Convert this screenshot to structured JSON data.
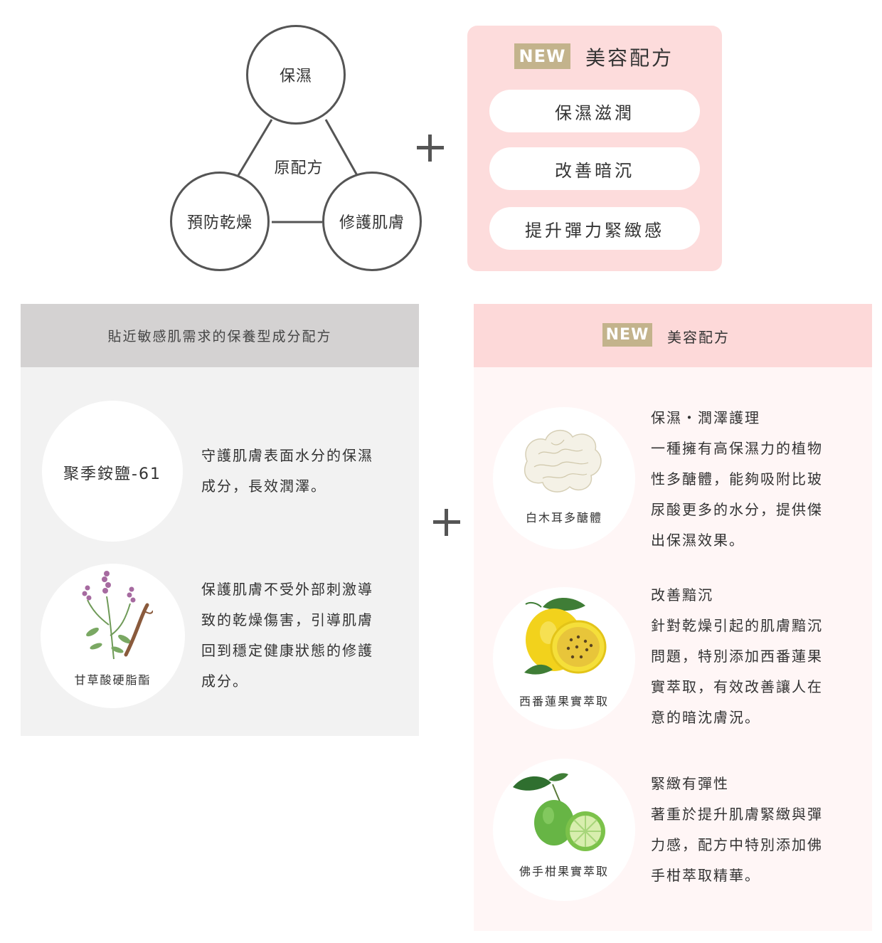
{
  "diagram": {
    "core_label": "原配方",
    "nodes": [
      "保濕",
      "預防乾燥",
      "修護肌膚"
    ]
  },
  "new_box": {
    "tag": "NEW",
    "title": "美容配方",
    "pills": [
      "保濕滋潤",
      "改善暗沉",
      "提升彈力緊緻感"
    ]
  },
  "left_panel": {
    "header": "貼近敏感肌需求的保養型成分配方",
    "items": [
      {
        "name": "聚季銨鹽-61",
        "description": [
          "守護肌膚表面水分的保濕",
          "成分，長效潤澤。"
        ]
      },
      {
        "name": "甘草酸硬脂酯",
        "description": [
          "保護肌膚不受外部刺激導",
          "致的乾燥傷害，引導肌膚",
          "回到穩定健康狀態的修護",
          "成分。"
        ]
      }
    ]
  },
  "right_panel": {
    "tag": "NEW",
    "header": "美容配方",
    "items": [
      {
        "name": "白木耳多醣體",
        "description": [
          "保濕・潤澤護理",
          "一種擁有高保濕力的植物",
          "性多醣體，能夠吸附比玻",
          "尿酸更多的水分，提供傑",
          "出保濕效果。"
        ]
      },
      {
        "name": "西番蓮果實萃取",
        "description": [
          "改善黯沉",
          "針對乾燥引起的肌膚黯沉",
          "問題，特別添加西番蓮果",
          "實萃取，有效改善讓人在",
          "意的暗沈膚況。"
        ]
      },
      {
        "name": "佛手柑果實萃取",
        "description": [
          "緊緻有彈性",
          "著重於提升肌膚緊緻與彈",
          "力感，配方中特別添加佛",
          "手柑萃取精華。"
        ]
      }
    ]
  },
  "colors": {
    "pink_box": "#fddcdc",
    "tag_gold": "#c3b38c",
    "left_header": "#d4d2d2",
    "left_body": "#f2f2f2",
    "right_header": "#fdd9d9",
    "right_body": "#fff6f6",
    "circle_stroke": "#555555"
  },
  "icons": [
    "plus-icon",
    "licorice-plant-illustration",
    "snow-fungus-illustration",
    "passion-fruit-illustration",
    "bergamot-illustration"
  ]
}
